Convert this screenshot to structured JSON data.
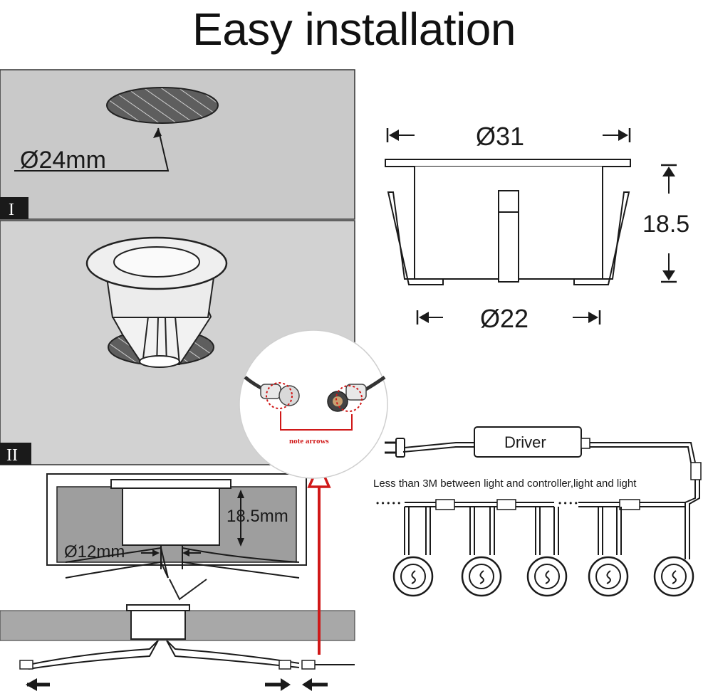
{
  "title": "Easy installation",
  "steps": {
    "step1_roman": "I",
    "step2_roman": "II",
    "hole_diameter": "Ø24mm"
  },
  "dimensions": {
    "top_diameter": "Ø31",
    "bottom_diameter": "Ø22",
    "height": "18.5"
  },
  "section": {
    "height": "18.5mm",
    "cable_diameter": "Ø12mm"
  },
  "connector": {
    "note": "note arrows"
  },
  "wiring": {
    "driver_label": "Driver",
    "distance_note": "Less than 3M between light and controller,light and light",
    "dots": "• • • • •",
    "light_count": 5
  },
  "colors": {
    "panel_gray": "#c8c8c8",
    "hole_fill": "#5a5a5a",
    "accent_red": "#d01818"
  }
}
